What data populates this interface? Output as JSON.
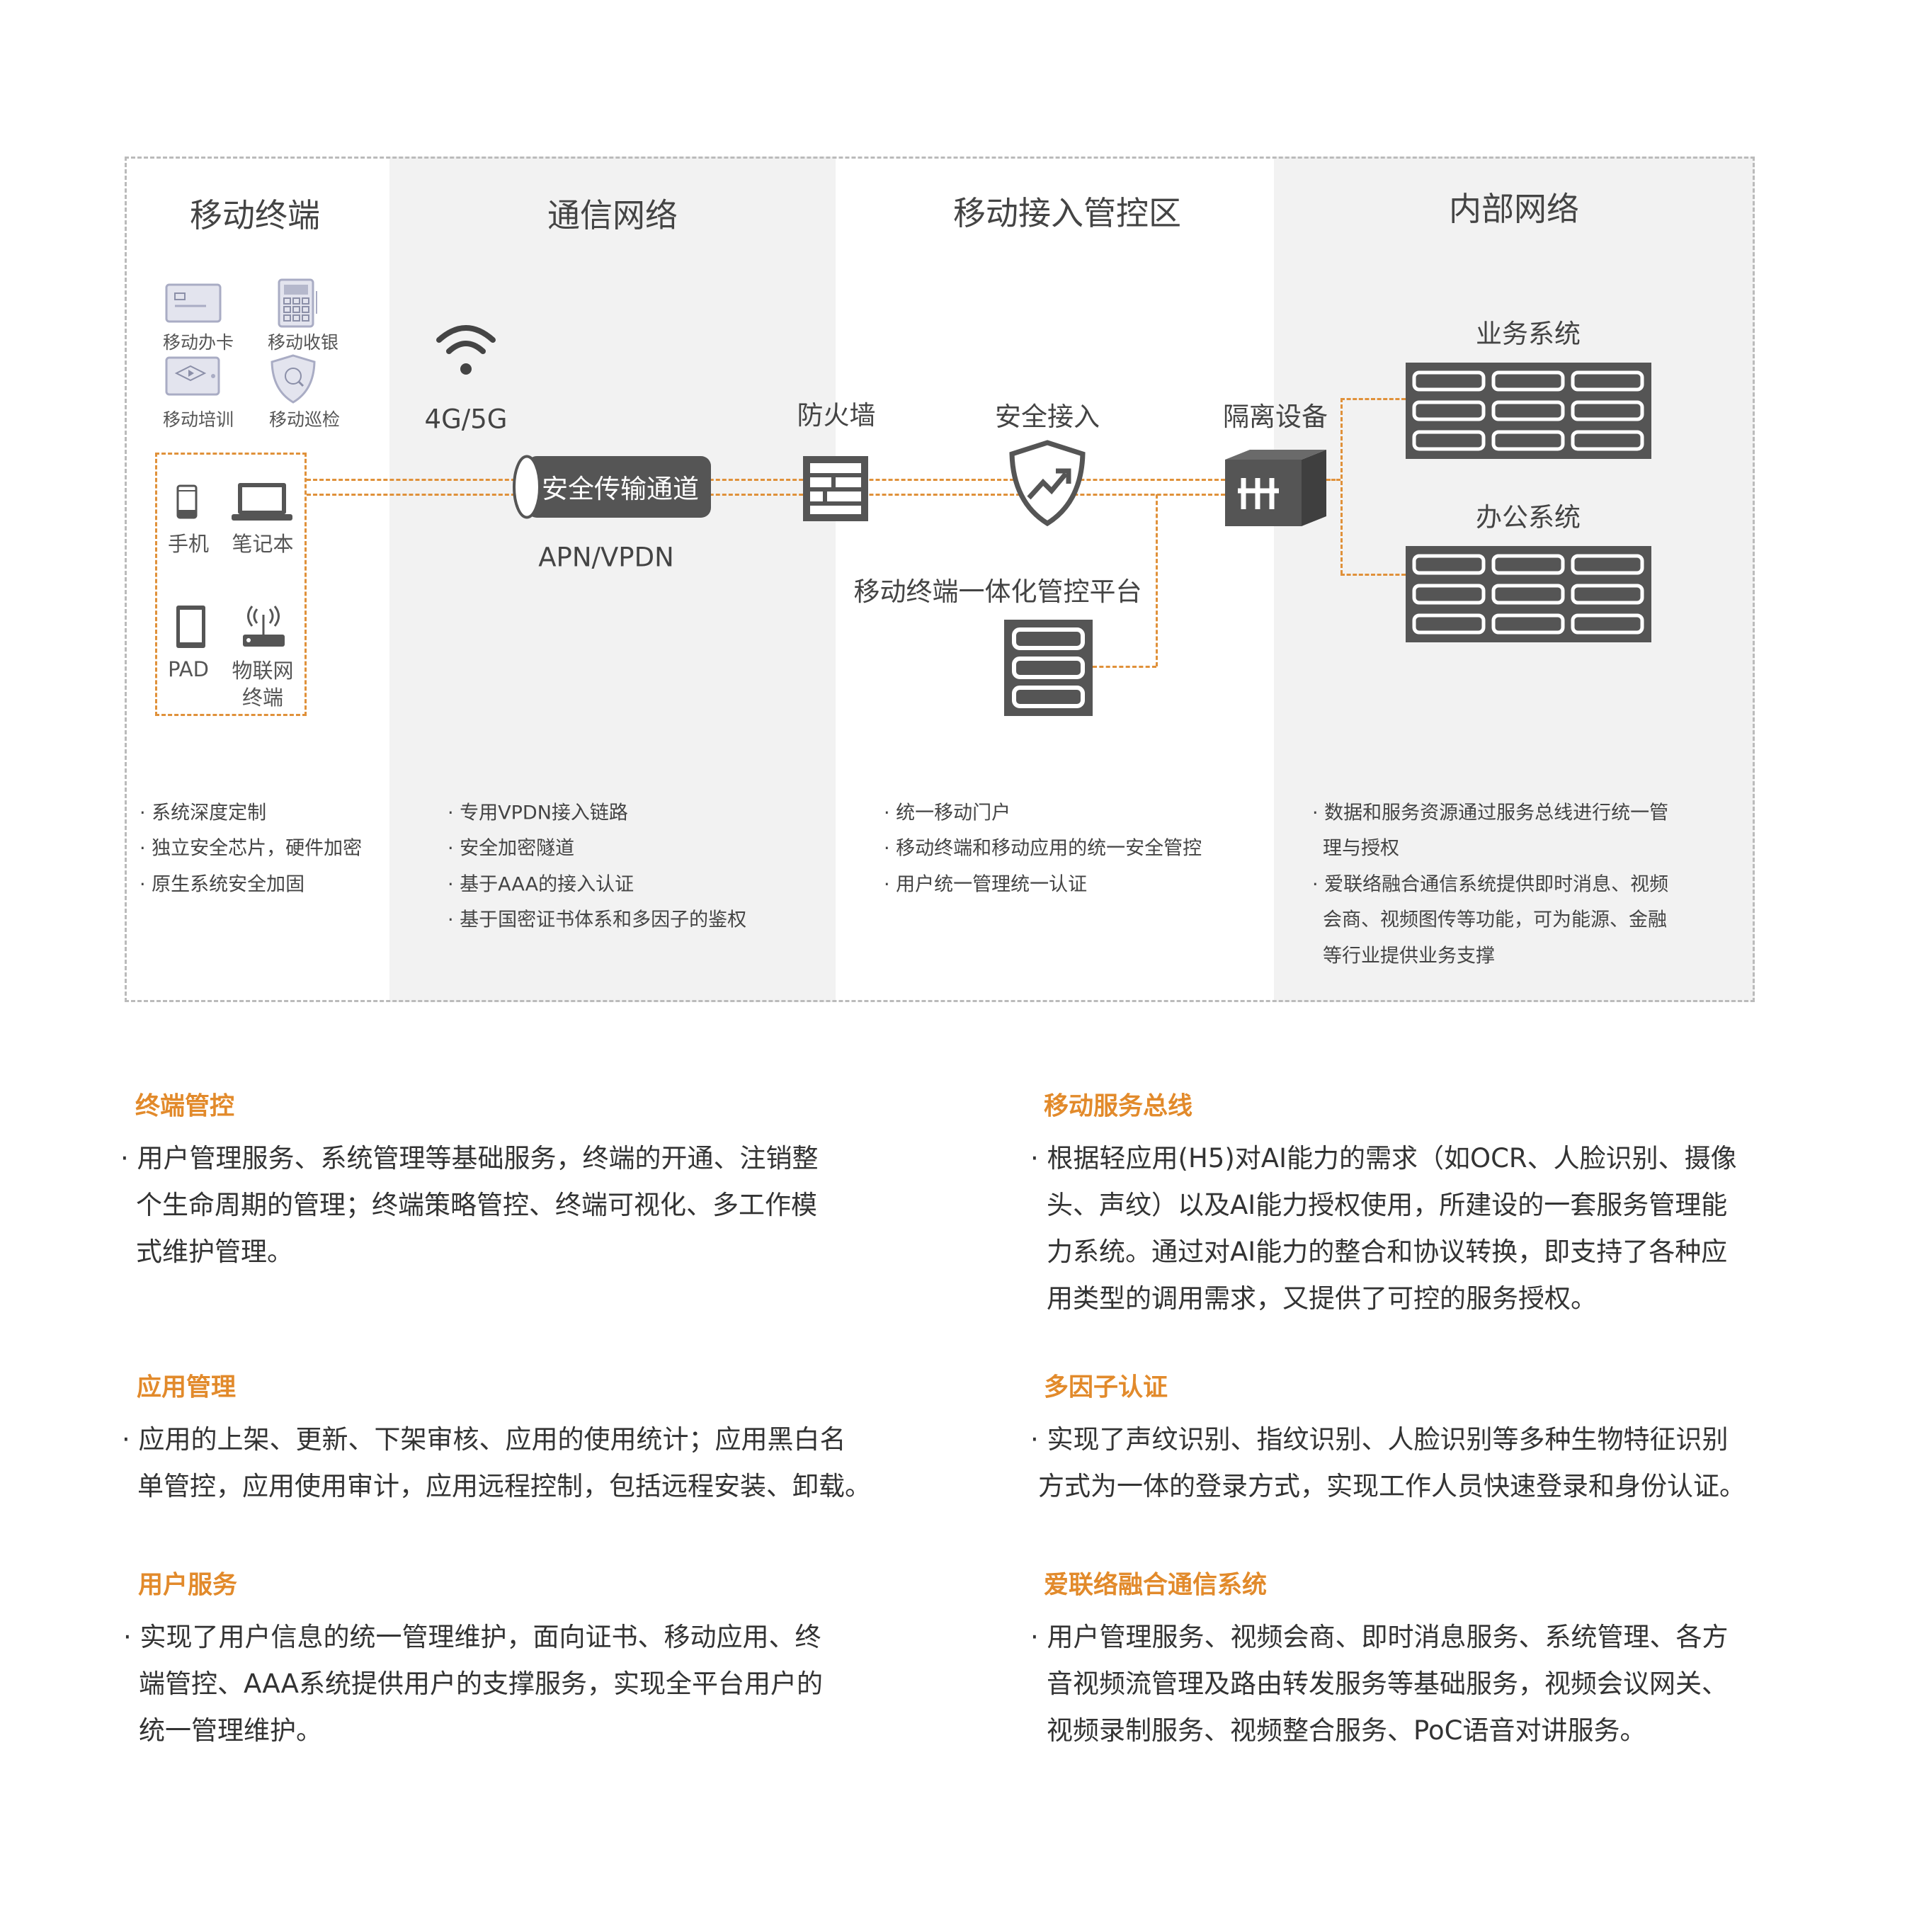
{
  "columns": {
    "terminal": "移动终端",
    "network": "通信网络",
    "access": "移动接入管控区",
    "internal": "内部网络"
  },
  "apps": [
    "移动办卡",
    "移动收银",
    "移动培训",
    "移动巡检"
  ],
  "devices": {
    "phone": "手机",
    "laptop": "笔记本",
    "pad": "PAD",
    "iot_1": "物联网",
    "iot_2": "终端"
  },
  "network": {
    "wireless": "4G/5G",
    "tunnel": "安全传输通道",
    "tunnel_sub": "APN/VPDN"
  },
  "access": {
    "firewall": "防火墙",
    "secure": "安全接入",
    "isolation": "隔离设备",
    "platform": "移动终端一体化管控平台"
  },
  "internal": {
    "business": "业务系统",
    "office": "办公系统"
  },
  "bullets": {
    "terminal": [
      "· 系统深度定制",
      "· 独立安全芯片，硬件加密",
      "· 原生系统安全加固"
    ],
    "network": [
      "· 专用VPDN接入链路",
      "· 安全加密隧道",
      "· 基于AAA的接入认证",
      "· 基于国密证书体系和多因子的鉴权"
    ],
    "access": [
      "· 统一移动门户",
      "· 移动终端和移动应用的统一安全管控",
      "· 用户统一管理统一认证"
    ],
    "internal": [
      "· 数据和服务资源通过服务总线进行统一管",
      "理与授权",
      "· 爱联络融合通信系统提供即时消息、视频",
      "会商、视频图传等功能，可为能源、金融",
      "等行业提供业务支撑"
    ]
  },
  "sections": [
    {
      "title": "终端管控",
      "lines": [
        "· 用户管理服务、系统管理等基础服务，终端的开通、注销整",
        "个生命周期的管理；终端策略管控、终端可视化、多工作模",
        "式维护管理。"
      ]
    },
    {
      "title": "移动服务总线",
      "lines": [
        "· 根据轻应用(H5)对AI能力的需求（如OCR、人脸识别、摄像",
        "头、声纹）以及AI能力授权使用，所建设的一套服务管理能",
        "力系统。通过对AI能力的整合和协议转换，即支持了各种应",
        "用类型的调用需求，又提供了可控的服务授权。"
      ]
    },
    {
      "title": "应用管理",
      "lines": [
        "· 应用的上架、更新、下架审核、应用的使用统计；应用黑白名",
        "单管控，应用使用审计，应用远程控制，包括远程安装、卸载。"
      ]
    },
    {
      "title": "多因子认证",
      "lines": [
        "· 实现了声纹识别、指纹识别、人脸识别等多种生物特征识别",
        "方式为一体的登录方式，实现工作人员快速登录和身份认证。"
      ]
    },
    {
      "title": "用户服务",
      "lines": [
        "· 实现了用户信息的统一管理维护，面向证书、移动应用、终",
        "端管控、AAA系统提供用户的支撑服务，实现全平台用户的",
        "统一管理维护。"
      ]
    },
    {
      "title": "爱联络融合通信系统",
      "lines": [
        "· 用户管理服务、视频会商、即时消息服务、系统管理、各方",
        "音视频流管理及路由转发服务等基础服务，视频会议网关、",
        "视频录制服务、视频整合服务、PoC语音对讲服务。"
      ]
    }
  ],
  "colors": {
    "accent": "#e28a2b",
    "icon": "#555555",
    "panel": "#f2f2f2"
  }
}
